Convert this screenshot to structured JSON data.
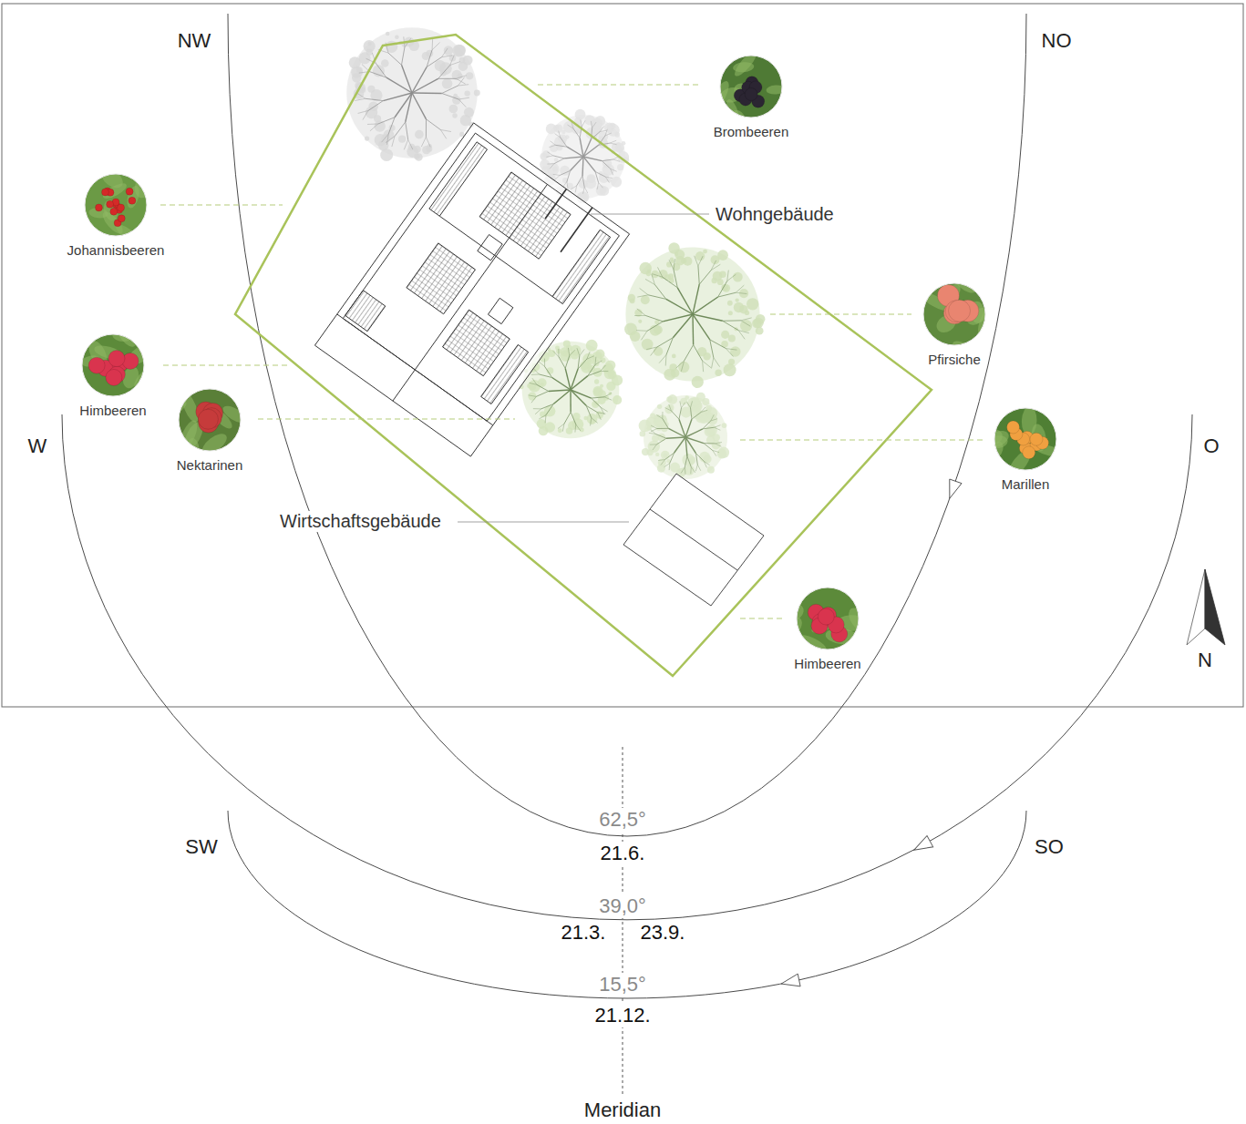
{
  "diagram": {
    "nodes": [
      {
        "text": [
          "Brombeeren"
        ]
      },
      {
        "text": [
          "Johannisbeeren"
        ]
      },
      {
        "text": [
          "Pfirsiche"
        ]
      },
      {
        "text": [
          "Himbeeren"
        ]
      },
      {
        "text": [
          "Nektarinen"
        ]
      },
      {
        "text": [
          "Marillen"
        ]
      },
      {
        "text": [
          "Himbeeren"
        ]
      }
    ],
    "labels": [
      "NW",
      "NO",
      "W",
      "O",
      "SW",
      "SO",
      "N",
      "Wohngebäude",
      "Wirtschaftsgebäude",
      "62,5°",
      "21.6.",
      "39,0°",
      "21.3.",
      "23.9.",
      "15,5°",
      "21.12.",
      "Meridian"
    ]
  }
}
